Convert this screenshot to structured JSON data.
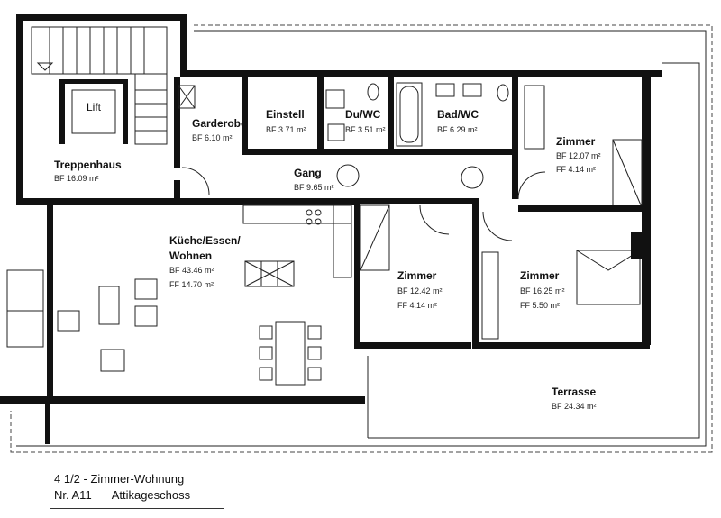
{
  "rooms": {
    "treppenhaus": {
      "name": "Treppenhaus",
      "area": "BF 16.09 m²"
    },
    "lift": {
      "name": "Lift"
    },
    "garderobe": {
      "name": "Garderobe",
      "area": "BF 6.10 m²"
    },
    "einstell": {
      "name": "Einstell",
      "area": "BF 3.71 m²"
    },
    "duwc": {
      "name": "Du/WC",
      "area": "BF 3.51 m²"
    },
    "badwc": {
      "name": "Bad/WC",
      "area": "BF 6.29 m²"
    },
    "zimmer1": {
      "name": "Zimmer",
      "bf": "BF 12.07 m²",
      "ff": "FF 4.14 m²"
    },
    "gang": {
      "name": "Gang",
      "area": "BF 9.65 m²"
    },
    "kueche": {
      "name1": "Küche/Essen/",
      "name2": "Wohnen",
      "bf": "BF 43.46 m²",
      "ff": "FF 14.70 m²"
    },
    "zimmer2": {
      "name": "Zimmer",
      "bf": "BF 12.42 m²",
      "ff": "FF 4.14 m²"
    },
    "zimmer3": {
      "name": "Zimmer",
      "bf": "BF 16.25 m²",
      "ff": "FF 5.50 m²"
    },
    "terrasse": {
      "name": "Terrasse",
      "area": "BF 24.34 m²"
    }
  },
  "title_block": {
    "line1": "4 1/2 - Zimmer-Wohnung",
    "number": "Nr. A11",
    "floor": "Attikageschoss"
  }
}
